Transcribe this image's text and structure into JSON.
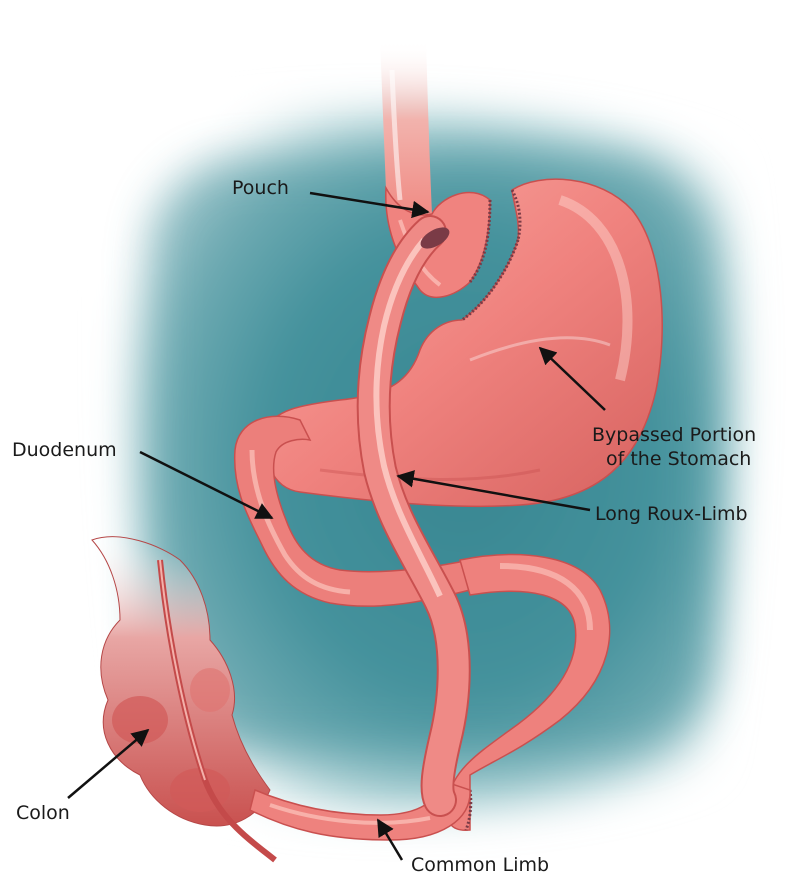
{
  "labels": {
    "pouch": "Pouch",
    "duodenum": "Duodenum",
    "bypassed_line1": "Bypassed Portion",
    "bypassed_line2": "of the Stomach",
    "long_roux_limb": "Long Roux-Limb",
    "colon": "Colon",
    "common_limb": "Common Limb"
  },
  "colors": {
    "background_teal": "#3f8e99",
    "tissue_pink": "#f0837f",
    "tissue_highlight": "#ffd0c8",
    "tissue_shadow": "#c9504f",
    "staple_line": "#7a3b46",
    "text": "#1a1a1a"
  }
}
